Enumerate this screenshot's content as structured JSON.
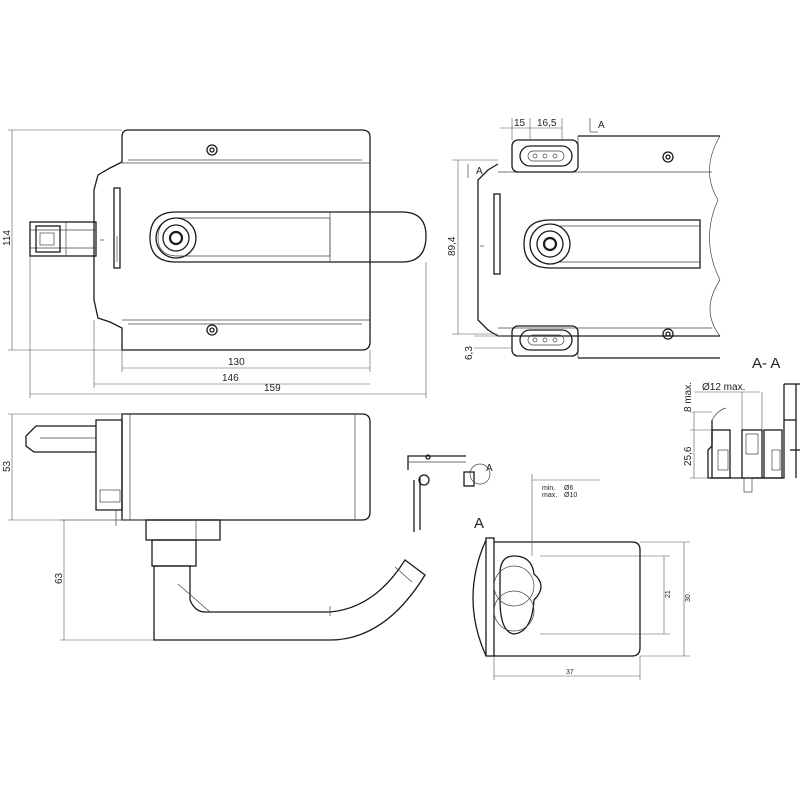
{
  "dimensions": {
    "front_height": "114",
    "front_width_130": "130",
    "front_width_146": "146",
    "front_width_159": "159",
    "top_15": "15",
    "top_16_5": "16,5",
    "top_89_4": "89,4",
    "top_6_3": "6,3",
    "side_53": "53",
    "side_63": "63",
    "detail_min": "min.",
    "detail_max": "max.",
    "detail_d6": "Ø6",
    "detail_d10": "Ø10",
    "detail_21": "21",
    "detail_30": "30",
    "detail_37": "37",
    "section_8max": "8 max.",
    "section_12max": "Ø12 max.",
    "section_25_6": "25,6"
  },
  "labels": {
    "section_title": "A- A",
    "section_marker_a_top": "A",
    "section_marker_a_left": "A",
    "detail_callout": "A",
    "detail_title": "A"
  }
}
